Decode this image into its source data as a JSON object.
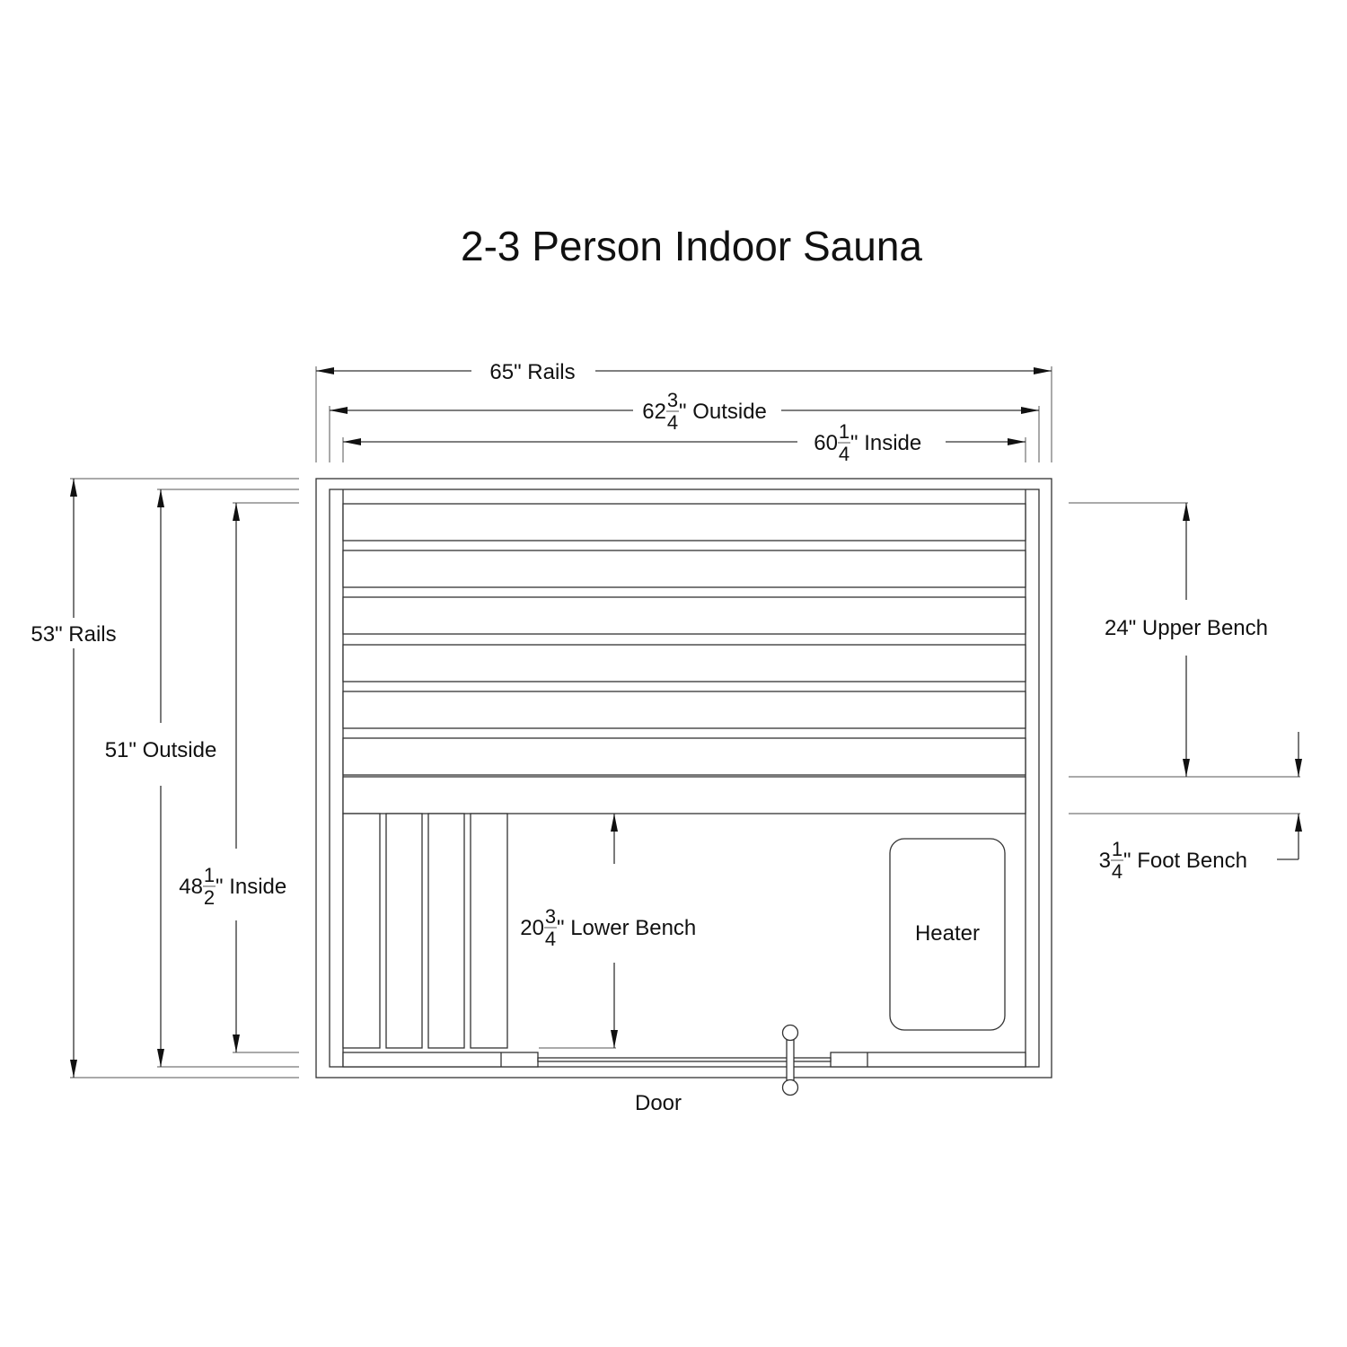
{
  "title": "2-3 Person Indoor Sauna",
  "dimensions": {
    "width_rails": {
      "label": "65\" Rails"
    },
    "width_outside": {
      "whole": "62",
      "num": "3",
      "den": "4",
      "suffix": "\" Outside"
    },
    "width_inside": {
      "whole": "60",
      "num": "1",
      "den": "4",
      "suffix": "\" Inside"
    },
    "depth_rails": {
      "label": "53\" Rails"
    },
    "depth_outside": {
      "label": "51\" Outside"
    },
    "depth_inside": {
      "whole": "48",
      "num": "1",
      "den": "2",
      "suffix": "\" Inside"
    },
    "upper_bench": {
      "label": "24\" Upper Bench"
    },
    "foot_bench": {
      "whole": "3",
      "num": "1",
      "den": "4",
      "suffix": "\" Foot Bench"
    },
    "lower_bench": {
      "whole": "20",
      "num": "3",
      "den": "4",
      "suffix": "\" Lower Bench"
    }
  },
  "labels": {
    "heater": "Heater",
    "door": "Door"
  }
}
